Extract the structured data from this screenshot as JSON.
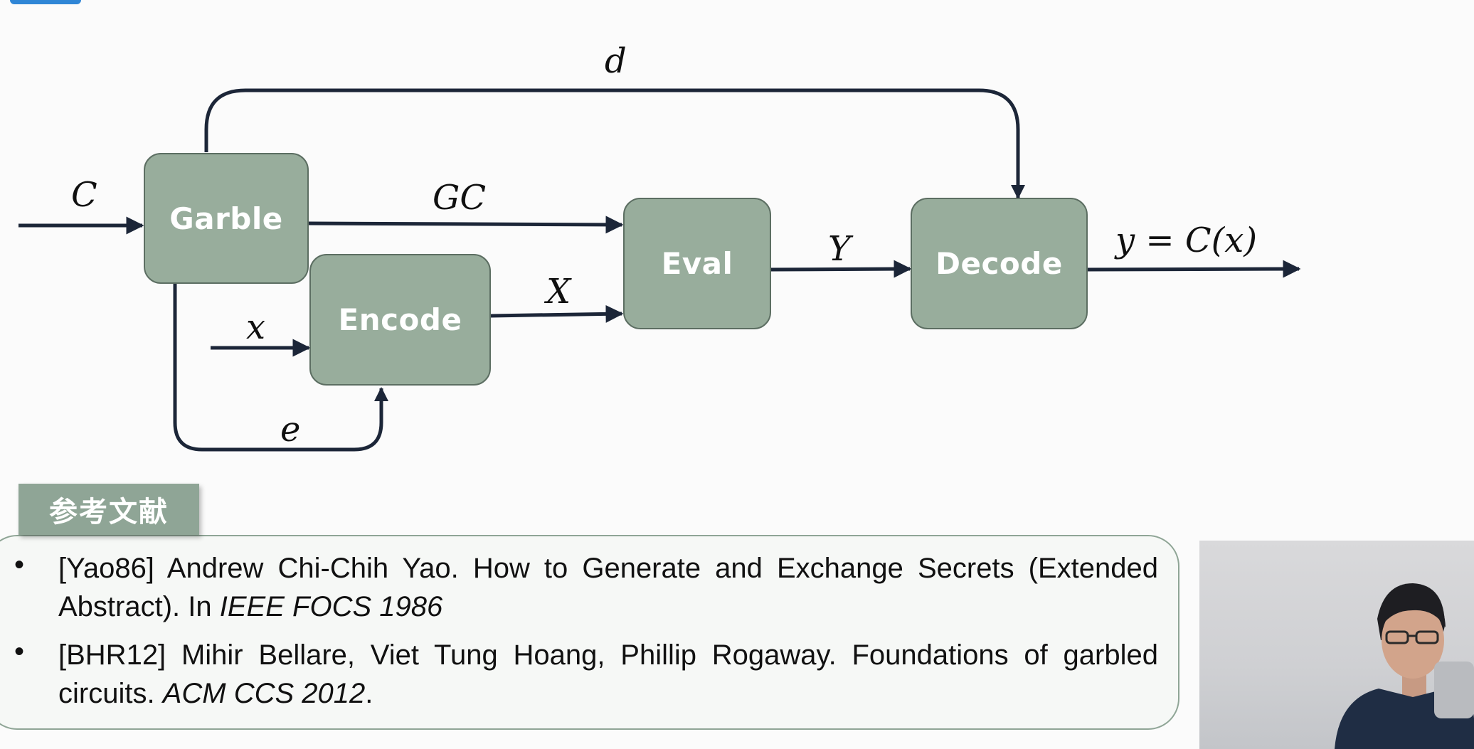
{
  "diagram": {
    "blocks": {
      "garble": "Garble",
      "encode": "Encode",
      "eval": "Eval",
      "decode": "Decode"
    },
    "labels": {
      "c": "C",
      "gc": "GC",
      "d": "d",
      "x_small": "x",
      "x_big": "X",
      "e": "e",
      "y_big": "Y",
      "output": "y = C(x)"
    }
  },
  "references": {
    "title": "参考文献",
    "items": [
      {
        "text": "[Yao86] Andrew Chi-Chih Yao. How to Generate and Exchange Secrets (Extended Abstract). In ",
        "venue": "IEEE FOCS 1986",
        "suffix": ""
      },
      {
        "text": "[BHR12] Mihir Bellare, Viet Tung Hoang, Phillip Rogaway. Foundations of garbled circuits. ",
        "venue": "ACM CCS 2012",
        "suffix": "."
      }
    ]
  },
  "colors": {
    "block_fill": "#98ad9c",
    "wire": "#1c2638",
    "ref_accent": "#8fa596"
  }
}
